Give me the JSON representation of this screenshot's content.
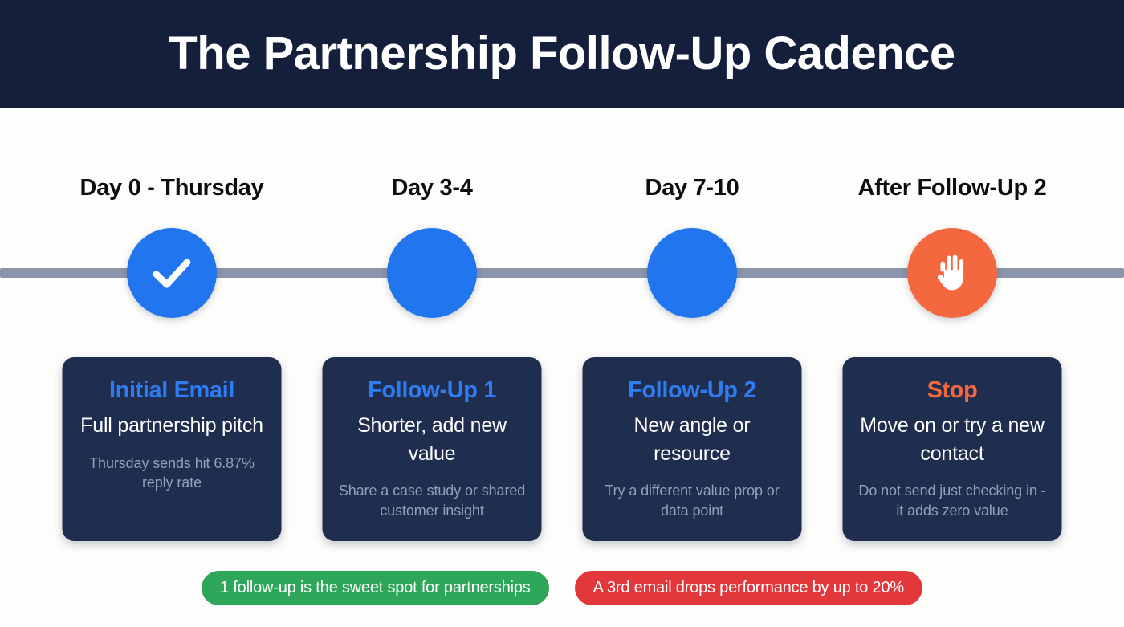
{
  "header": {
    "title": "The Partnership Follow-Up Cadence",
    "background_color": "#141f3b",
    "text_color": "#ffffff"
  },
  "theme": {
    "page_background": "#fdfdfb",
    "rail_color": "#8b95ac",
    "card_background": "#1f2d4e",
    "accent_blue": "#2176ef",
    "accent_orange": "#f4683f",
    "title_blue": "#2f7bf0",
    "note_gray": "#93a0b8",
    "badge_green": "#2fa75a",
    "badge_red": "#e2383c"
  },
  "stages": [
    {
      "label": "Day 0 - Thursday",
      "marker_icon": "check-icon",
      "marker_color": "#2176ef",
      "card_title": "Initial Email",
      "card_desc": "Full partnership pitch",
      "card_note": "Thursday sends hit 6.87% reply rate"
    },
    {
      "label": "Day 3-4",
      "marker_icon": "circle-icon",
      "marker_color": "#2176ef",
      "card_title": "Follow-Up 1",
      "card_desc": "Shorter, add new value",
      "card_note": "Share a case study or shared customer insight"
    },
    {
      "label": "Day 7-10",
      "marker_icon": "circle-icon",
      "marker_color": "#2176ef",
      "card_title": "Follow-Up 2",
      "card_desc": "New angle or resource",
      "card_note": "Try a different value prop or data point"
    },
    {
      "label": "After Follow-Up 2",
      "marker_icon": "raised-hand-stop-icon",
      "marker_color": "#f4683f",
      "card_title": "Stop",
      "card_desc": "Move on or try a new contact",
      "card_note": "Do not send just checking in - it adds zero value"
    }
  ],
  "badges": [
    {
      "text": "1 follow-up is the sweet spot for partnerships",
      "color": "#2fa75a"
    },
    {
      "text": "A 3rd email drops performance by up to 20%",
      "color": "#e2383c"
    }
  ]
}
